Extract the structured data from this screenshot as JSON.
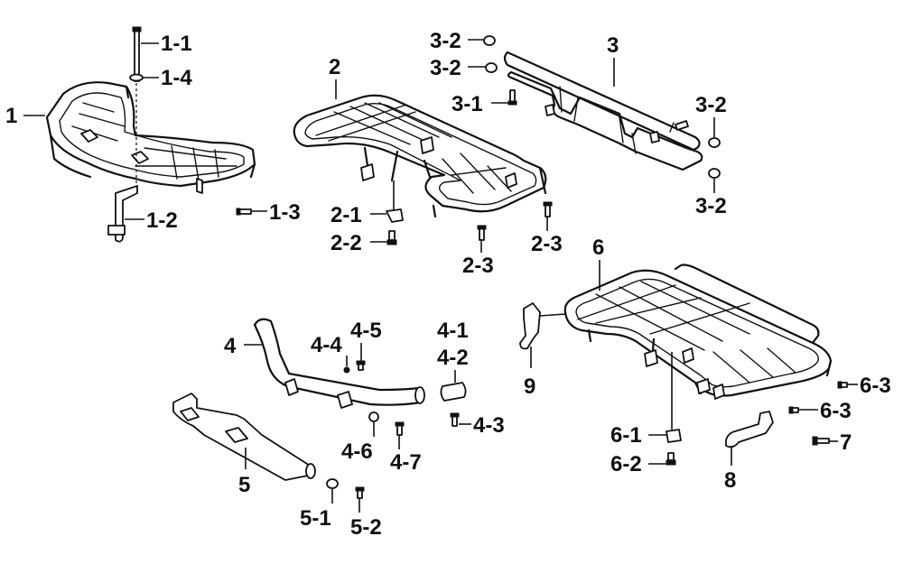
{
  "diagram": {
    "type": "exploded-parts-view",
    "labels": {
      "p1": "1",
      "p1_1": "1-1",
      "p1_2": "1-2",
      "p1_3": "1-3",
      "p1_4": "1-4",
      "p2": "2",
      "p2_1": "2-1",
      "p2_2": "2-2",
      "p2_3a": "2-3",
      "p2_3b": "2-3",
      "p3": "3",
      "p3_1": "3-1",
      "p3_2a": "3-2",
      "p3_2b": "3-2",
      "p3_2c": "3-2",
      "p3_2d": "3-2",
      "p4": "4",
      "p4_1": "4-1",
      "p4_2": "4-2",
      "p4_3": "4-3",
      "p4_4": "4-4",
      "p4_5": "4-5",
      "p4_6": "4-6",
      "p4_7": "4-7",
      "p5": "5",
      "p5_1": "5-1",
      "p5_2": "5-2",
      "p6": "6",
      "p6_1": "6-1",
      "p6_2": "6-2",
      "p6_3a": "6-3",
      "p6_3b": "6-3",
      "p7": "7",
      "p8": "8",
      "p9": "9"
    }
  }
}
